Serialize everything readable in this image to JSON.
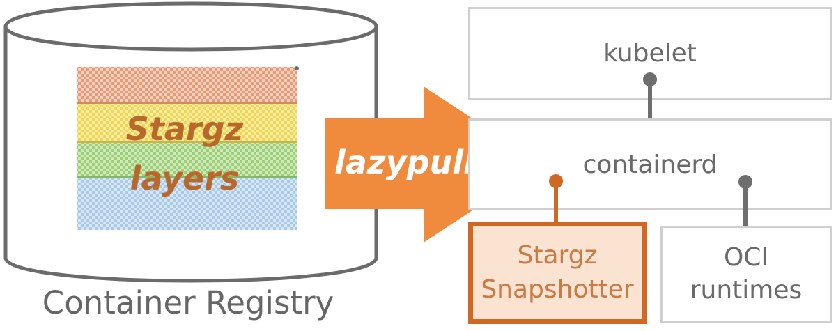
{
  "registry": {
    "label": "Container Registry",
    "layers_label": "Stargz\nlayers"
  },
  "arrow": {
    "label": "lazypull"
  },
  "components": {
    "kubelet": "kubelet",
    "containerd": "containerd",
    "snapshotter": "Stargz\nSnapshotter",
    "oci_runtimes": "OCI\nruntimes"
  },
  "colors": {
    "accent_orange": "#f08a3c",
    "snapshotter_border": "#d06824",
    "box_border": "#cfcfcf",
    "layer_stripes": [
      "#e79a73",
      "#f1d54a",
      "#9bcf74",
      "#a9c9e8"
    ]
  }
}
